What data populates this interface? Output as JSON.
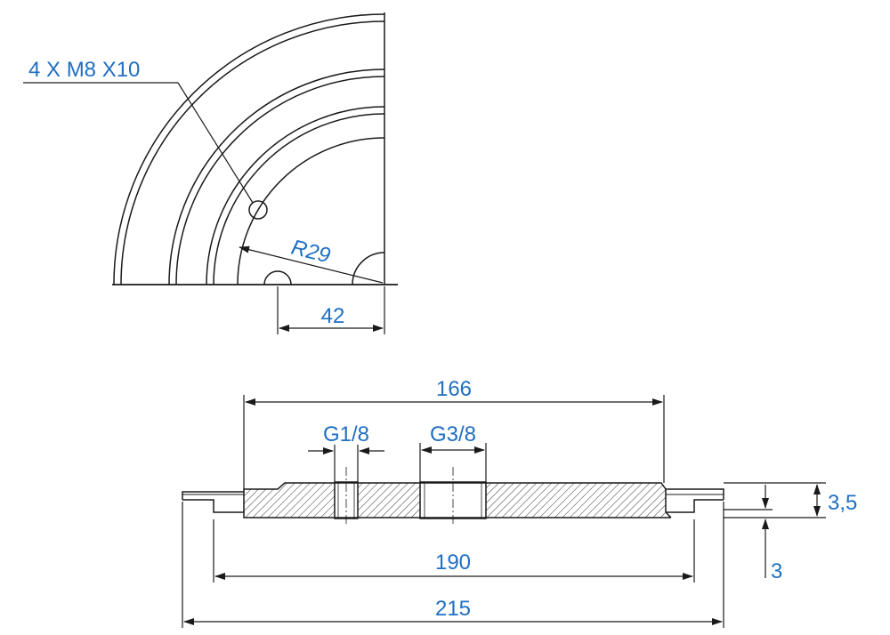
{
  "colors": {
    "line": "#1a1a1a",
    "dimension_text": "#1f6fc2",
    "background": "#ffffff"
  },
  "top_view": {
    "hole_callout": "4 X M8 X10",
    "radius_label": "R29",
    "offset_dimension": "42"
  },
  "section_view": {
    "dim_166": "166",
    "port_small_label": "G1/8",
    "port_large_label": "G3/8",
    "dim_3_5": "3,5",
    "dim_3": "3",
    "dim_190": "190",
    "dim_215": "215"
  }
}
